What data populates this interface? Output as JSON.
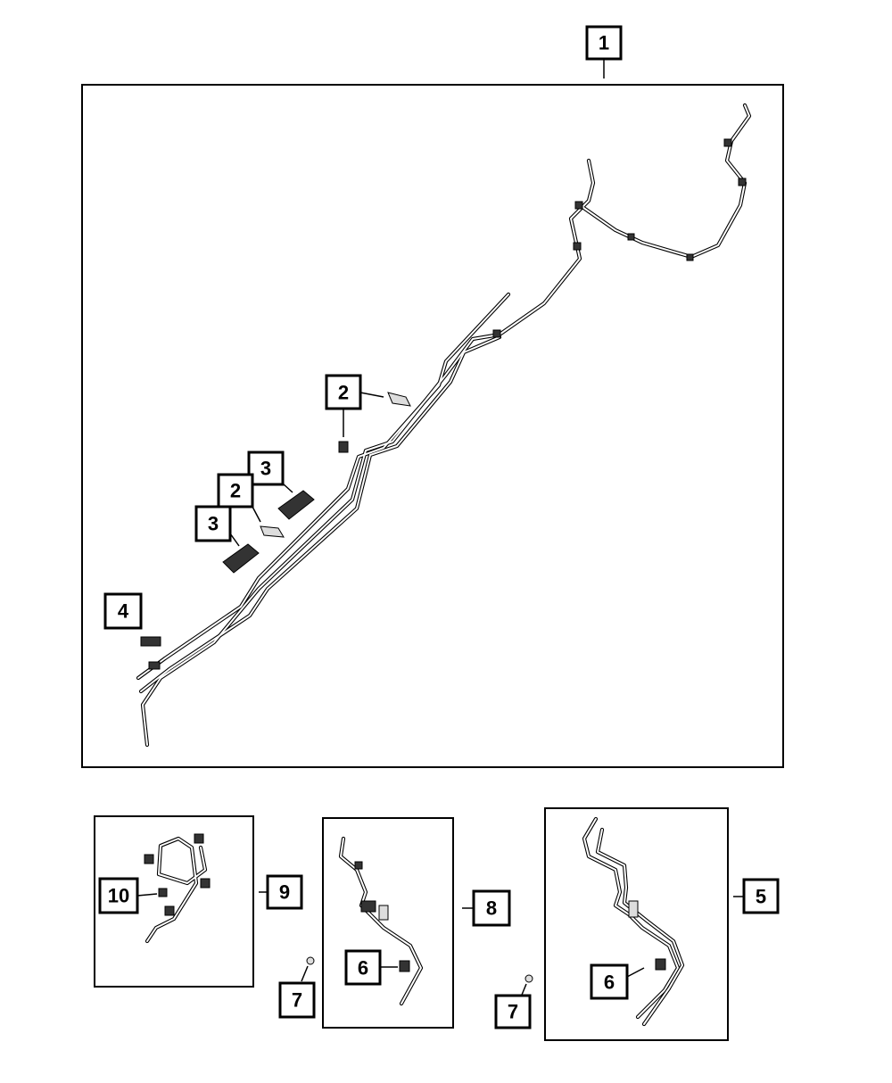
{
  "callouts": {
    "c1": "1",
    "c2a": "2",
    "c2b": "2",
    "c3a": "3",
    "c3b": "3",
    "c4": "4",
    "c5": "5",
    "c6a": "6",
    "c6b": "6",
    "c7a": "7",
    "c7b": "7",
    "c8": "8",
    "c9": "9",
    "c10": "10"
  }
}
